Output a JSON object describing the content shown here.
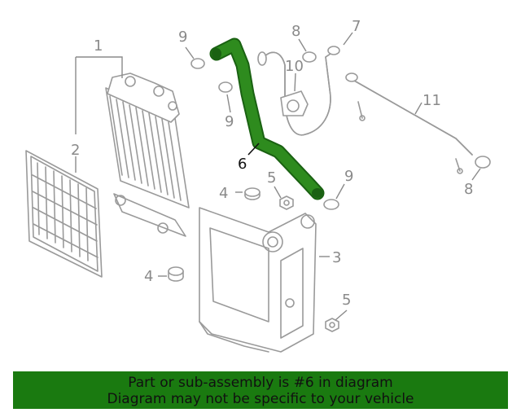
{
  "callouts": {
    "c1": "1",
    "c2": "2",
    "c3": "3",
    "c4a": "4",
    "c4b": "4",
    "c5a": "5",
    "c5b": "5",
    "c6": "6",
    "c7": "7",
    "c8a": "8",
    "c8b": "8",
    "c9a": "9",
    "c9b": "9",
    "c9c": "9",
    "c10": "10",
    "c11": "11"
  },
  "highlight_part": "6",
  "colors": {
    "highlight_hose": "#2e8b1e",
    "banner_background": "#1a7a10",
    "banner_text": "#111111",
    "line_art": "#9a9a9a"
  },
  "banner": {
    "line1": "Part or sub-assembly is #6 in diagram",
    "line2": "Diagram may not be specific to your vehicle"
  }
}
